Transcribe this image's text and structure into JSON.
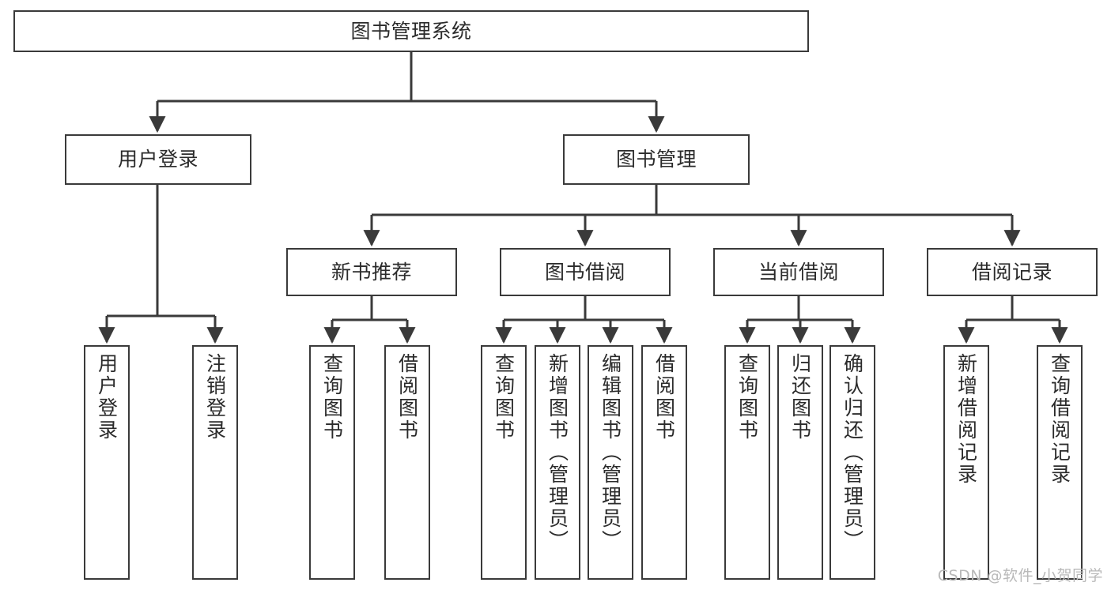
{
  "diagram": {
    "title": "图书管理系统",
    "type": "functional-decomposition-tree",
    "root": {
      "label": "图书管理系统"
    },
    "level2": [
      {
        "label": "用户登录"
      },
      {
        "label": "图书管理"
      }
    ],
    "level3": [
      {
        "label": "新书推荐"
      },
      {
        "label": "图书借阅"
      },
      {
        "label": "当前借阅"
      },
      {
        "label": "借阅记录"
      }
    ],
    "leaves": {
      "user_login": [
        {
          "label": "用户登录"
        },
        {
          "label": "注销登录"
        }
      ],
      "new_book_recommend": [
        {
          "label": "查询图书"
        },
        {
          "label": "借阅图书"
        }
      ],
      "book_borrow": [
        {
          "label": "查询图书"
        },
        {
          "label": "新增图书（管理员）"
        },
        {
          "label": "编辑图书（管理员）"
        },
        {
          "label": "借阅图书"
        }
      ],
      "current_borrow": [
        {
          "label": "查询图书"
        },
        {
          "label": "归还图书"
        },
        {
          "label": "确认归还（管理员）"
        }
      ],
      "borrow_record": [
        {
          "label": "新增借阅记录"
        },
        {
          "label": "查询借阅记录"
        }
      ]
    }
  },
  "watermark": {
    "text": "CSDN @软件_小贺同学"
  },
  "colors": {
    "box_border": "#3a3a3a",
    "box_fill": "#ffffff",
    "connector": "#3a3a3a",
    "text": "#2b2b2b",
    "watermark": "#b9b9b9"
  }
}
